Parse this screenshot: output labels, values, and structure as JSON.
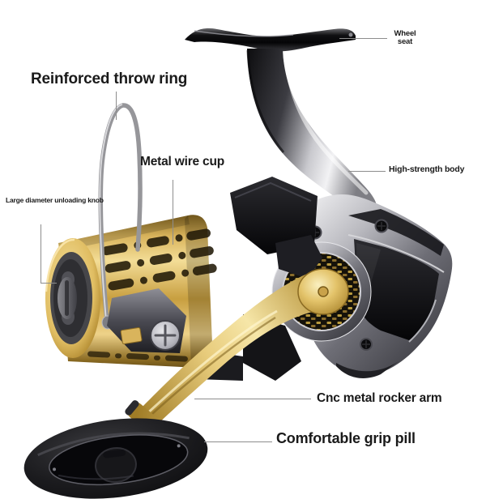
{
  "image": {
    "subject": "spinning-fishing-reel-parts-infographic",
    "background_color": "#ffffff"
  },
  "labels": {
    "wheel_seat": "Wheel seat",
    "reinforced_throw_ring": "Reinforced throw ring",
    "metal_wire_cup": "Metal wire cup",
    "high_strength_body": "High-strength body",
    "large_diameter_unloading_knob": "Large diameter unloading knob",
    "cnc_metal_rocker_arm": "Cnc metal rocker arm",
    "comfortable_grip_pill": "Comfortable grip pill"
  },
  "colors": {
    "label_text": "#1a1a1a",
    "leader_line": "#8d8d8d",
    "spool_gold": "#d2a84f",
    "handle_gold": "#d9b45c",
    "body_chrome": "#b9bcc2",
    "glossy_black": "#0b0b0d",
    "grip_black": "#1b1b1d",
    "bail_wire_silver": "#9a9a9e",
    "carbon_gold": "#b89a3e"
  }
}
